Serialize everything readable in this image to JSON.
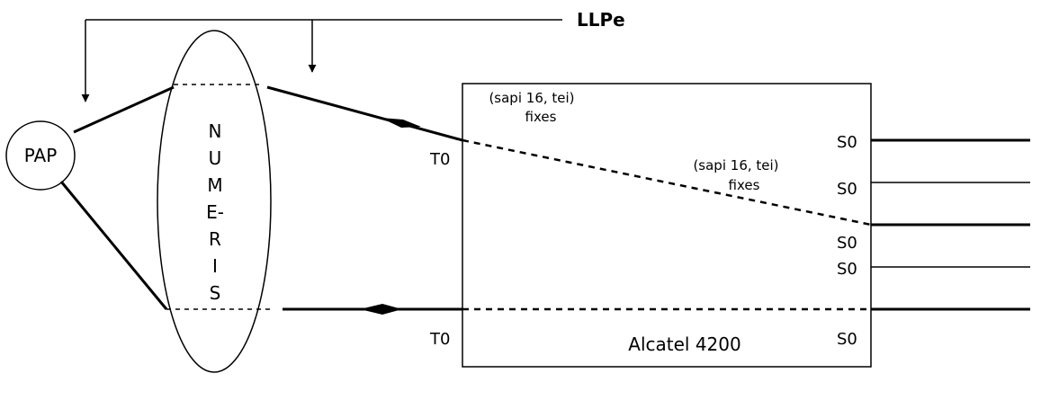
{
  "llpe_label": "LLPe",
  "pap_label": "PAP",
  "numeris_letters": [
    "N",
    "U",
    "M",
    "E-",
    "R",
    "I",
    "S"
  ],
  "box_title": "Alcatel 4200",
  "annotation_top": {
    "line1": "(sapi 16, tei)",
    "line2": "fixes"
  },
  "annotation_mid": {
    "line1": "(sapi 16, tei)",
    "line2": "fixes"
  },
  "t0_top": "T0",
  "t0_bottom": "T0",
  "s0_labels": [
    "S0",
    "S0",
    "S0",
    "S0",
    "S0"
  ]
}
